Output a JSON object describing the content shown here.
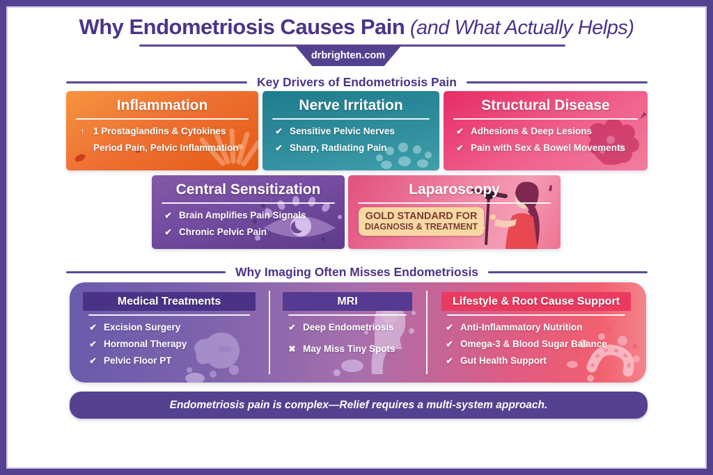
{
  "header": {
    "title_main": "Why Endometriosis Causes Pain",
    "title_sub": " (and What Actually Helps)",
    "site_badge": "drbrighten.com"
  },
  "icons": {
    "check": "✔",
    "cross": "✖",
    "up_arrow": "↑"
  },
  "key_drivers": {
    "section_title": "Key Drivers of Endometriosis Pain",
    "cards": [
      {
        "title": "Inflammation",
        "items": [
          {
            "icon": "up_arrow",
            "text": "1 Prostaglandins & Cytokines"
          },
          {
            "icon": "",
            "text": "Period Pain, Pelvic Inflammation"
          }
        ]
      },
      {
        "title": "Nerve Irritation",
        "items": [
          {
            "icon": "check",
            "text": "Sensitive Pelvic Nerves"
          },
          {
            "icon": "check",
            "text": "Sharp, Radiating Pain"
          }
        ]
      },
      {
        "title": "Structural Disease",
        "items": [
          {
            "icon": "check",
            "text": "Adhesions & Deep Lesions"
          },
          {
            "icon": "check",
            "text": "Pain with Sex & Bowel Movements"
          }
        ]
      },
      {
        "title": "Central Sensitization",
        "items": [
          {
            "icon": "check",
            "text": "Brain Amplifies Pain Signals"
          },
          {
            "icon": "check",
            "text": "Chronic Pelvic Pain"
          }
        ]
      },
      {
        "title": "Laparoscopy",
        "gold_badge_line1": "GOLD STANDARD FOR",
        "gold_badge_line2": "DIAGNOSIS & TREATMENT"
      }
    ]
  },
  "imaging": {
    "section_title": "Why Imaging Often Misses Endometriosis",
    "columns": [
      {
        "title": "Medical Treatments",
        "items": [
          {
            "icon": "check",
            "text": "Excision Surgery"
          },
          {
            "icon": "check",
            "text": "Hormonal Therapy"
          },
          {
            "icon": "check",
            "text": "Pelvic Floor PT"
          }
        ]
      },
      {
        "title": "MRI",
        "items": [
          {
            "icon": "check",
            "text": "Deep Endometriosis"
          },
          {
            "icon": "cross",
            "text": "May Miss Tiny Spots"
          }
        ]
      },
      {
        "title": "Lifestyle & Root Cause Support",
        "items": [
          {
            "icon": "check",
            "text": "Anti-Inflammatory Nutrition"
          },
          {
            "icon": "check",
            "text": "Omega-3 & Blood Sugar Balance"
          },
          {
            "icon": "check",
            "text": "Gut Health Support"
          }
        ]
      }
    ]
  },
  "footer": {
    "banner_text": "Endometriosis pain is complex—Relief requires a multi-system approach."
  },
  "colors": {
    "border_purple": "#54418f",
    "title_purple": "#4b3389",
    "card_inflammation": "#ee7133",
    "card_nerve": "#2f8d9c",
    "card_structural": "#e72c66",
    "card_central": "#744ca0",
    "card_laparoscopy": "#ee7f9f",
    "ribbon_purple": "#4a3387",
    "ribbon_crimson": "#ea3a60",
    "panel_left": "#6a5bab",
    "panel_right": "#f1606f",
    "banner_purple": "#54418f",
    "gold_badge_bg": "#f9d9a2",
    "gold_badge_text": "#7c3a38"
  }
}
